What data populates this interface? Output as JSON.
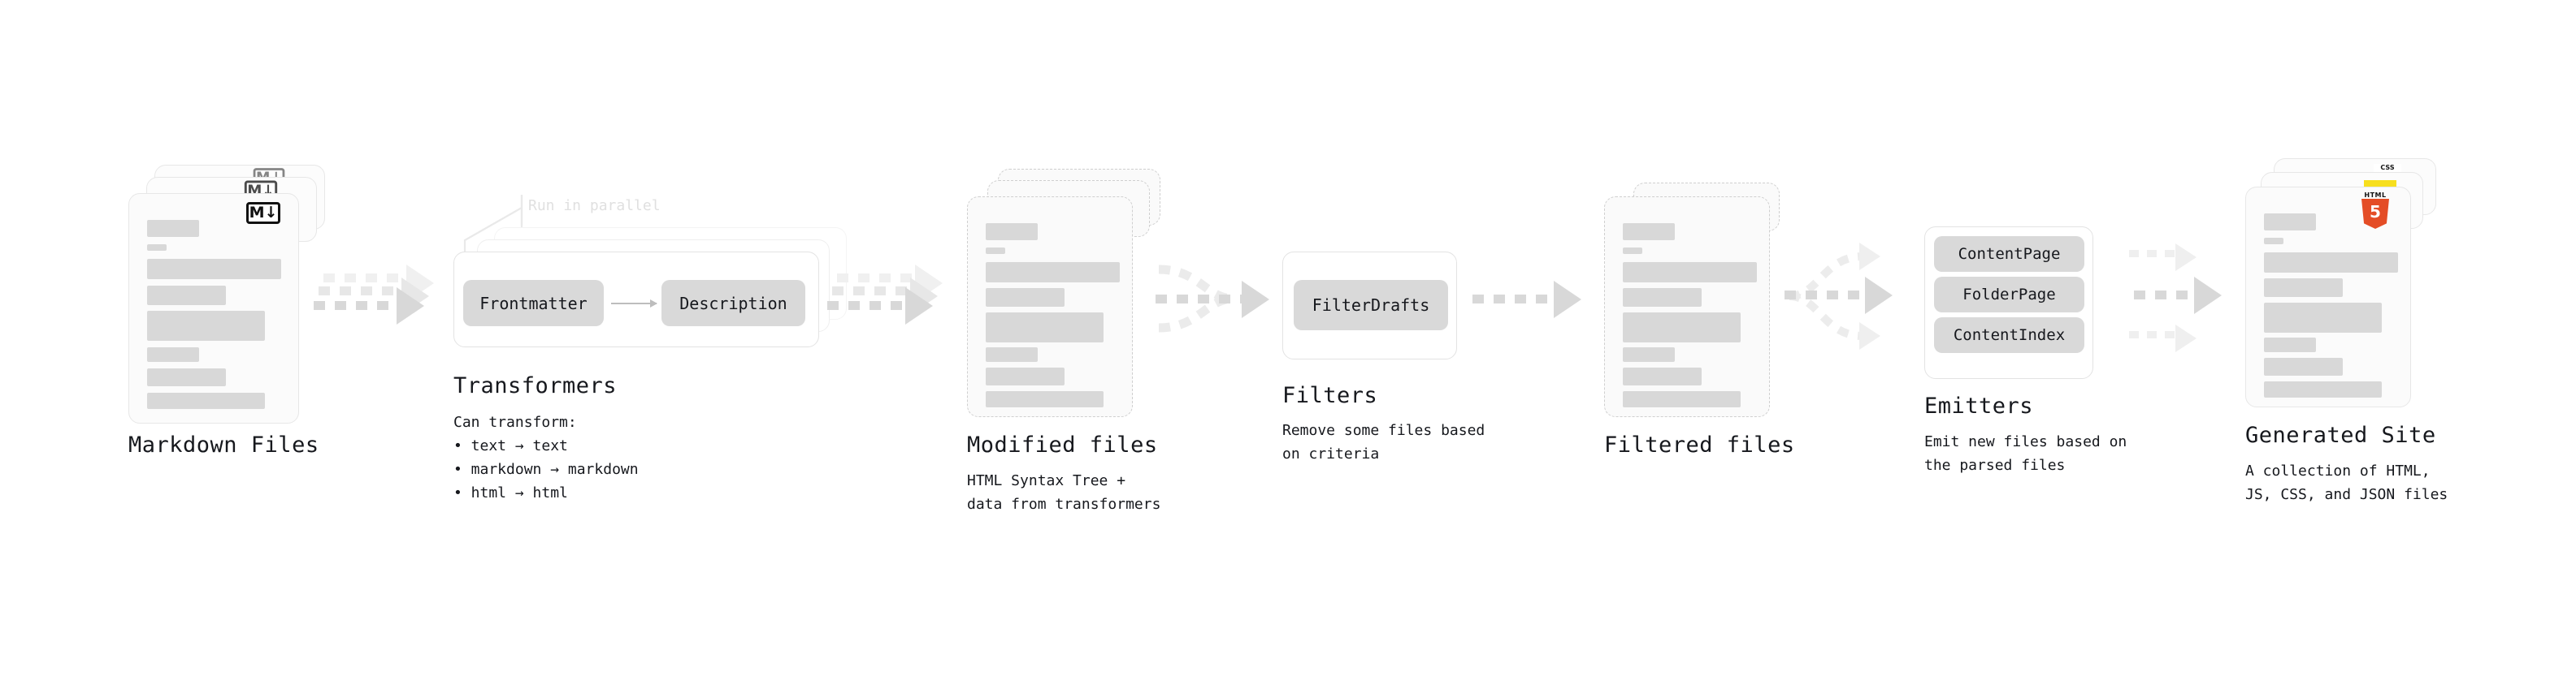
{
  "diagram": {
    "title": "Quartz static site build pipeline",
    "colors": {
      "text": "#16181d",
      "skeleton": "#d8d8d8",
      "card_border": "#e7e7e7",
      "dashed_border": "#cfcfcf",
      "pill": "#d9d9d9",
      "arrow": "#d8d8d8",
      "html5_orange": "#e44d26",
      "js_yellow": "#f7df1e",
      "css_blue": "#264de4"
    }
  },
  "stages": [
    {
      "id": "markdown-files",
      "title": "Markdown Files",
      "description": "",
      "badge": "markdown-badge",
      "badge_text": "M↓"
    },
    {
      "id": "transformers",
      "title": "Transformers",
      "description": "Can transform:\n• text → text\n• markdown → markdown\n• html → html",
      "parallel_label": "Run in parallel",
      "items": [
        "Frontmatter",
        "Description"
      ]
    },
    {
      "id": "modified-files",
      "title": "Modified files",
      "description": "HTML Syntax Tree +\ndata from transformers"
    },
    {
      "id": "filters",
      "title": "Filters",
      "description": "Remove some files based\non criteria",
      "items": [
        "FilterDrafts"
      ]
    },
    {
      "id": "filtered-files",
      "title": "Filtered files",
      "description": ""
    },
    {
      "id": "emitters",
      "title": "Emitters",
      "description": "Emit new files based on\nthe parsed files",
      "items": [
        "ContentPage",
        "FolderPage",
        "ContentIndex"
      ]
    },
    {
      "id": "generated-site",
      "title": "Generated Site",
      "description": "A collection of HTML,\nJS, CSS, and JSON files",
      "badges": [
        "html5-badge",
        "js-badge",
        "css-badge"
      ],
      "badge_labels": {
        "html5_top": "HTML",
        "html5_num": "5",
        "css": "CSS"
      }
    }
  ],
  "transform_rules": [
    "text → text",
    "markdown → markdown",
    "html → html"
  ],
  "transform_intro": "Can transform:"
}
